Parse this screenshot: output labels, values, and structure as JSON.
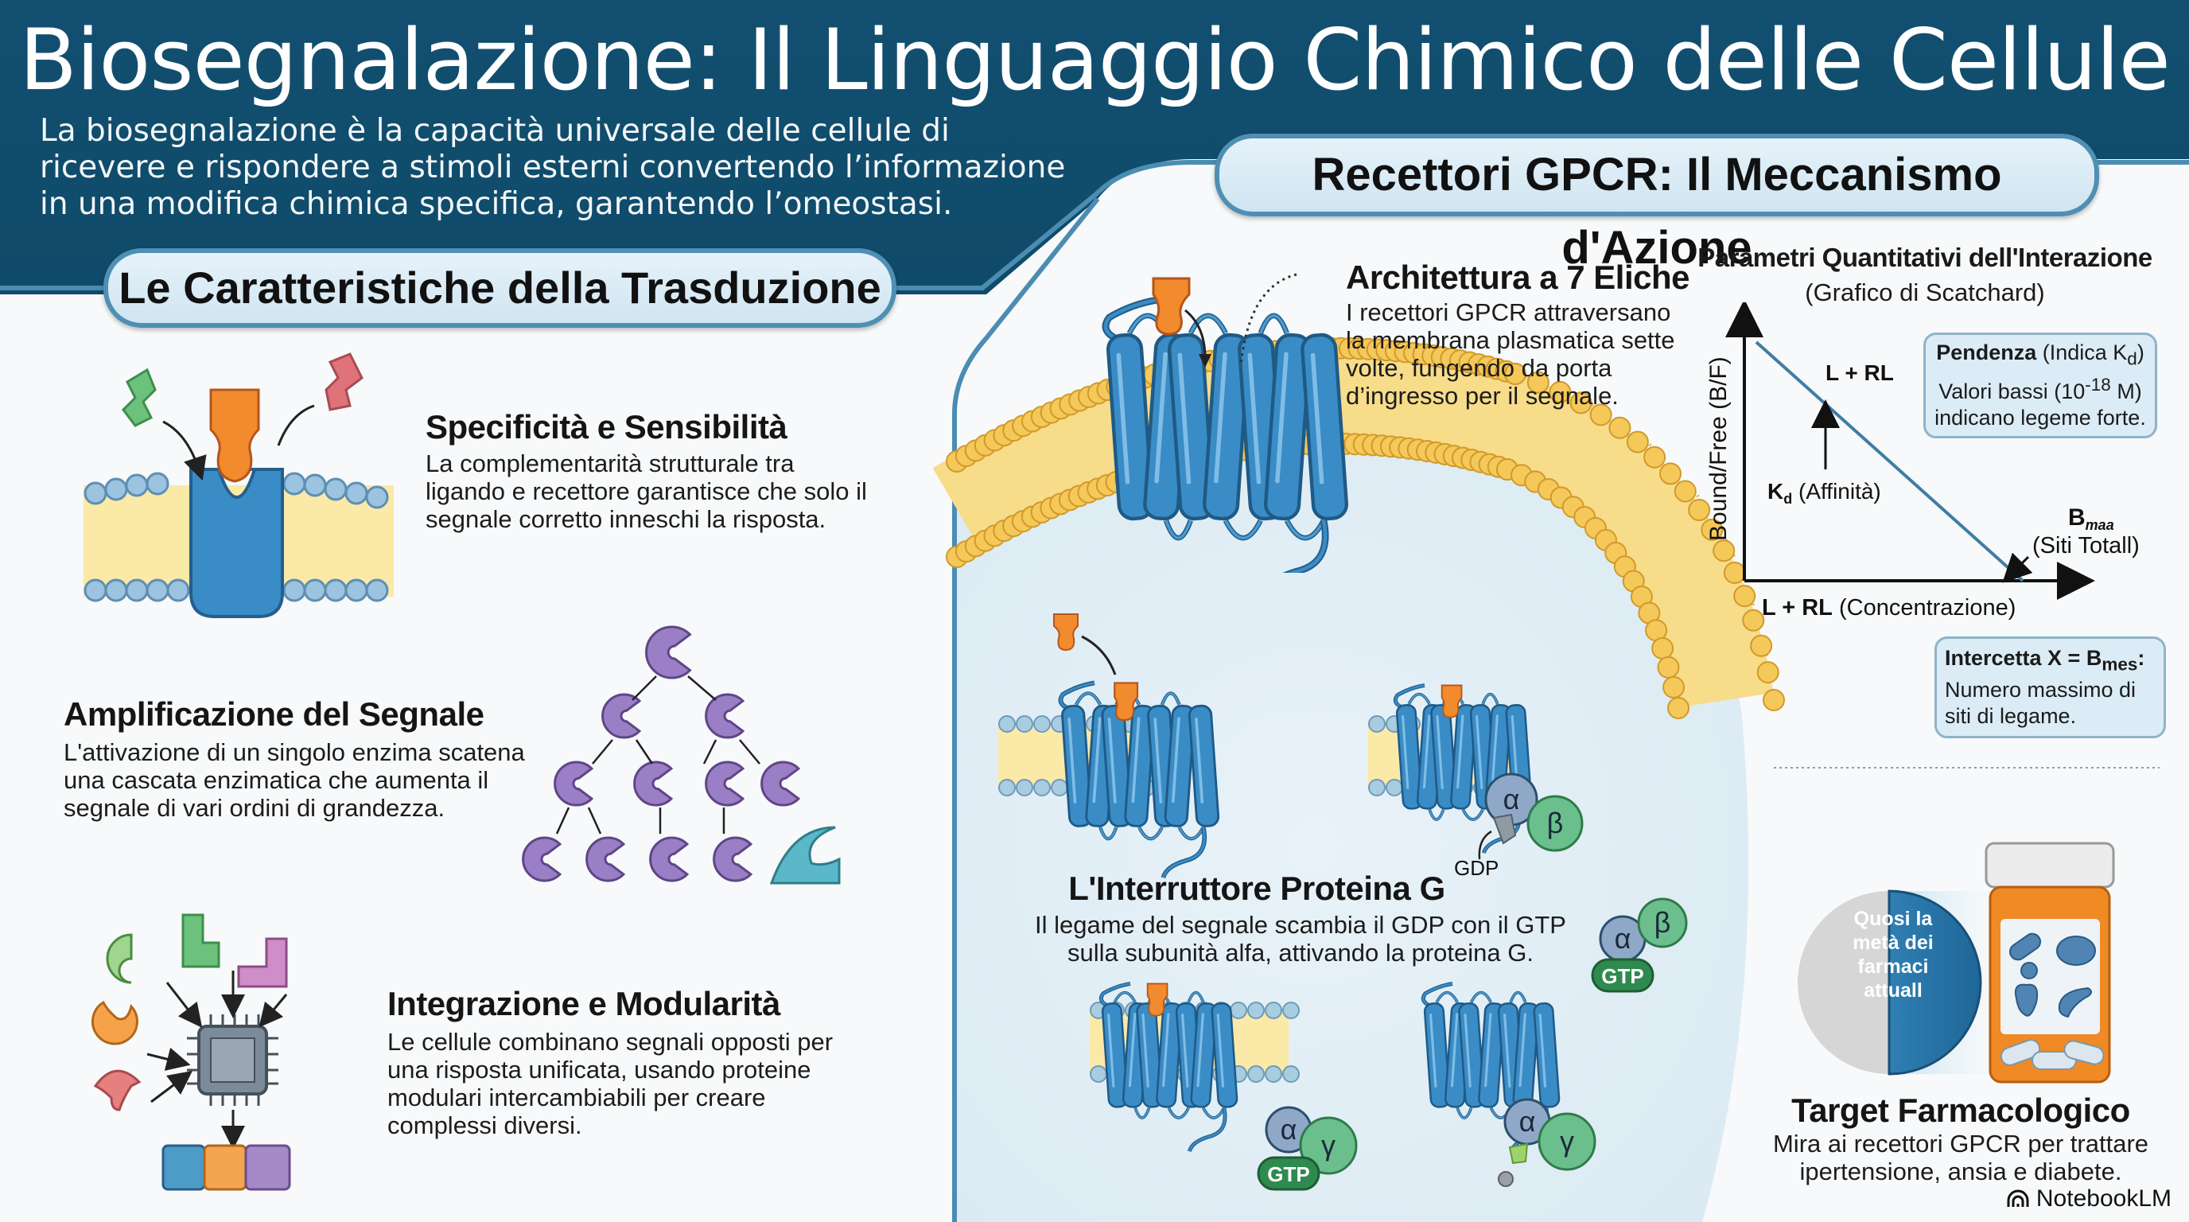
{
  "header": {
    "title": "Biosegnalazione: Il Linguaggio Chimico delle Cellule",
    "intro": "La biosegnalazione è la capacità universale delle cellule di ricevere e rispondere a stimoli esterni convertendo l’informazione in una modifica chimica specifica, garantendo l’omeostasi.",
    "colors": {
      "header_bg": "#0f4d6e",
      "accent": "#4f8fb3"
    }
  },
  "left": {
    "pill_label": "Le Caratteristiche della Trasduzione",
    "sections": [
      {
        "title": "Specificità e Sensibilità",
        "text": "La complementarità strutturale tra ligando e recettore garantisce che solo il segnale corretto inneschi la risposta.",
        "icon": "receptor-ligand-icon"
      },
      {
        "title": "Amplificazione del Segnale",
        "text": "L'attivazione di un singolo enzima scatena una cascata enzimatica che aumenta il segnale di vari ordini di grandezza.",
        "icon": "enzyme-cascade-icon"
      },
      {
        "title": "Integrazione e Modularità",
        "text": "Le cellule combinano segnali opposti per una risposta unificata, usando proteine modulari intercambiabili per creare complessi diversi.",
        "icon": "integration-chip-icon"
      }
    ]
  },
  "right": {
    "pill_label": "Recettori GPCR: Il Meccanismo d'Azione",
    "architecture": {
      "title": "Architettura a 7 Eliche",
      "text": "I recettori GPCR attraversano la membrana plasmatica sette volte, fungendo da porta d’ingresso per il segnale."
    },
    "gprotein": {
      "title": "L'Interruttore Proteina G",
      "text": "Il legame del segnale scambia il GDP con il GTP sulla subunità alfa, attivando la proteina G.",
      "labels": {
        "alpha": "α",
        "beta": "β",
        "gamma": "γ",
        "gdp": "GDP",
        "gtp": "GTP"
      }
    },
    "scatchard": {
      "title": "Parametri Quantitativi dell'Interazione",
      "subtitle": "(Grafico di Scatchard)",
      "ylabel": "Bound/Free (B/F)",
      "xlabel_bold": "L + RL",
      "xlabel_rest": " (Concentrazione)",
      "line_label": "L + RL",
      "kd_label_main": "K",
      "kd_label_sub": "d",
      "kd_label_rest": " (Affinità)",
      "bmax_main": "B",
      "bmax_sub": "maa",
      "bmax_rest": "(Siti Totall)",
      "callout_slope": {
        "bold": "Pendenza",
        "line1_rest": " (Indica K",
        "line1_sub": "d",
        "line1_end": ")",
        "line2_pre": "Valori bassi (10",
        "line2_sup": "-18",
        "line2_post": " M)",
        "line3": "indicano legeme forte."
      },
      "callout_intercept": {
        "bold_pre": "Intercetta X = B",
        "bold_sub": "mes",
        "bold_end": ":",
        "line2": "Numero massimo di",
        "line3": "siti di legame."
      }
    },
    "pharma": {
      "half_label": "Quosi la metà dei farmaci attuall",
      "title": "Target Farmacologico",
      "text": "Mira ai recettori GPCR per trattare ipertensione, ansia e diabete."
    }
  },
  "branding": {
    "label": "NotebookLM"
  },
  "chart_data": {
    "type": "line",
    "title": "Parametri Quantitativi dell'Interazione (Grafico di Scatchard)",
    "xlabel": "L + RL (Concentrazione)",
    "ylabel": "Bound/Free (B/F)",
    "series": [
      {
        "name": "Scatchard line",
        "x": [
          0,
          1
        ],
        "y": [
          1,
          0
        ]
      }
    ],
    "annotations": [
      "L + RL",
      "Kd (Affinità)",
      "Bmaa (Siti Totall)",
      "Pendenza (Indica Kd)",
      "Intercetta X = Bmes"
    ],
    "grid": false,
    "legend": "none"
  }
}
